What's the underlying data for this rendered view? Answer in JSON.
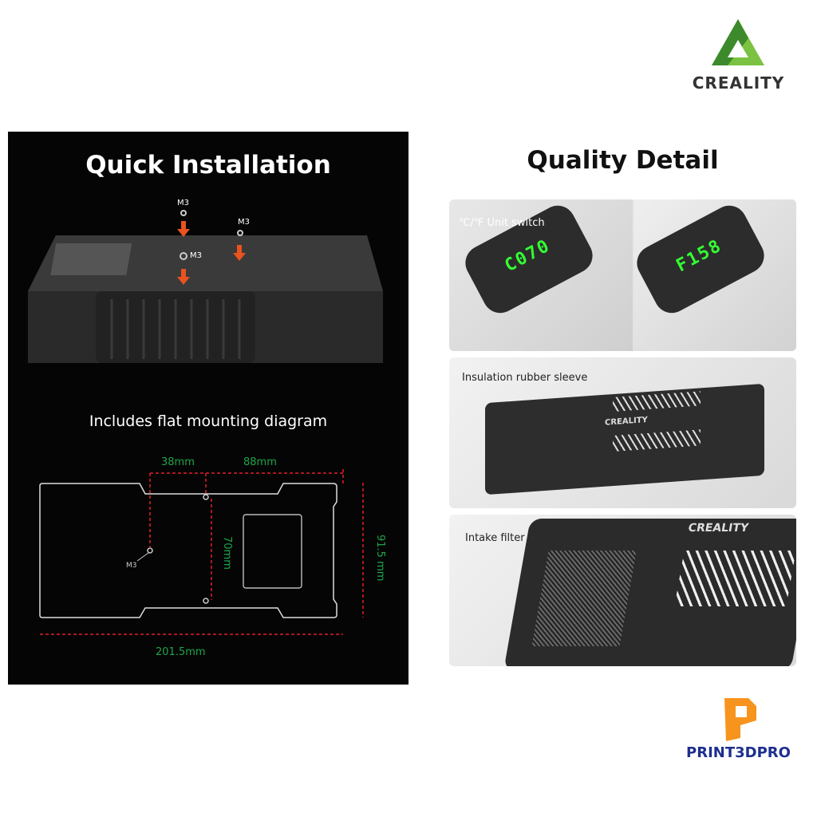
{
  "brand_logo": {
    "text": "CREALITY",
    "color": "#6cc04a"
  },
  "left": {
    "title": "Quick Installation",
    "screw_labels": [
      "M3",
      "M3",
      "M3"
    ],
    "subtitle": "Includes flat mounting diagram",
    "diagram": {
      "dim_top_left": "38mm",
      "dim_top_right": "88mm",
      "dim_vertical_inner": "70mm",
      "dim_height": "91.5 mm",
      "dim_width": "201.5mm",
      "screw_label": "M3",
      "dim_color": "#1fa54a",
      "guide_color": "#e0202a"
    }
  },
  "right": {
    "title": "Quality Detail",
    "panels": [
      {
        "caption": "℃/℉ Unit switch",
        "displays": [
          "C070",
          "F158"
        ]
      },
      {
        "caption": "Insulation rubber sleeve",
        "device_brand": "CREALITY"
      },
      {
        "caption": "Intake filter",
        "device_brand": "CREALITY"
      }
    ]
  },
  "seller_logo": {
    "text": "PRINT3DPRO",
    "color": "#1d2f8f"
  }
}
